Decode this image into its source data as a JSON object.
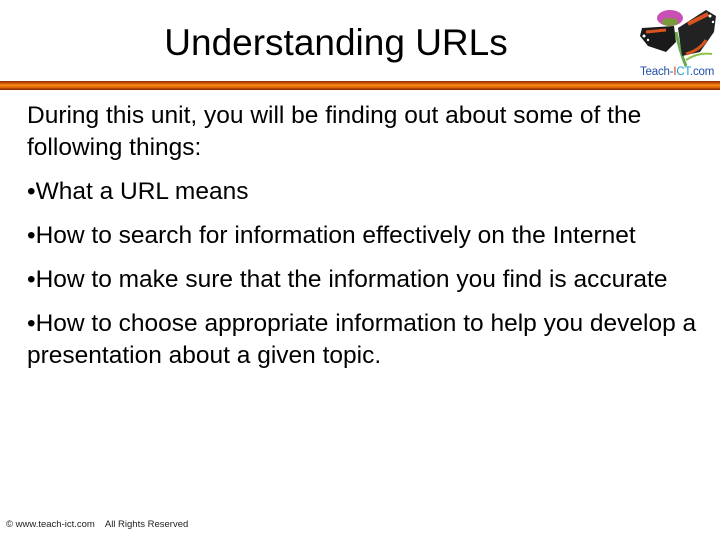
{
  "slide": {
    "title": "Understanding URLs",
    "intro": "During this unit, you will be finding out about some of the following things:",
    "bullets": [
      "•What a URL means",
      "•How to search for information effectively on the Internet",
      "•How to make sure that the information you find is accurate",
      "•How to choose appropriate information to help you develop a presentation about a given topic."
    ]
  },
  "logo": {
    "icon": "butterfly-on-thistle-icon",
    "text_prefix": "Teach-",
    "text_i": "I",
    "text_ct": "CT",
    "text_suffix": ".com"
  },
  "footer": {
    "text": "© www.teach-ict.com    All Rights Reserved"
  },
  "colors": {
    "accent_bar": "#e86d0a",
    "logo_blue": "#1f4fa8",
    "logo_red": "#d63a14"
  }
}
